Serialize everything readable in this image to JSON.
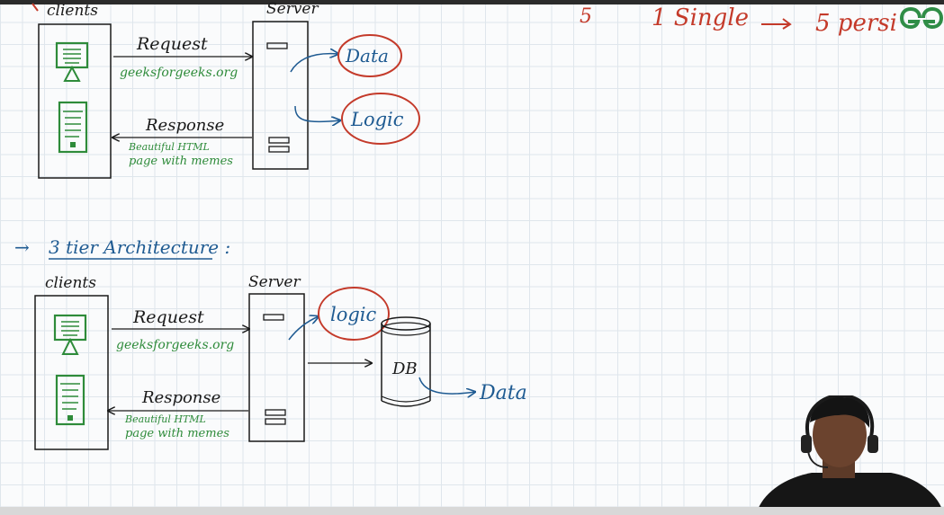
{
  "top_note": {
    "number": "5",
    "text_single": "1 Single",
    "text_persons": "5 persi"
  },
  "diagram_2tier": {
    "clients_label": "clients",
    "server_label": "Server",
    "request_label": "Request",
    "request_url": "geeksforgeeks.org",
    "response_label": "Response",
    "response_line1": "Beautiful HTML",
    "response_line2": "page with memes",
    "data_bubble": "Data",
    "logic_bubble": "Logic"
  },
  "heading_3tier": {
    "arrow": "→",
    "text": "3 tier Architecture :"
  },
  "diagram_3tier": {
    "clients_label": "clients",
    "server_label": "Server",
    "request_label": "Request",
    "request_url": "geeksforgeeks.org",
    "response_label": "Response",
    "response_line1": "Beautiful HTML",
    "response_line2": "page with memes",
    "logic_bubble": "logic",
    "db_label": "DB",
    "data_label": "Data"
  },
  "colors": {
    "ink_black": "#1a1a1a",
    "ink_green": "#2e8b3a",
    "ink_blue": "#1f5b92",
    "ink_red": "#c43a2a",
    "brand_green": "#2f8d46"
  },
  "icons": [
    "monitor-icon",
    "mobile-phone-icon",
    "server-icon",
    "database-icon",
    "geeksforgeeks-logo-icon"
  ]
}
